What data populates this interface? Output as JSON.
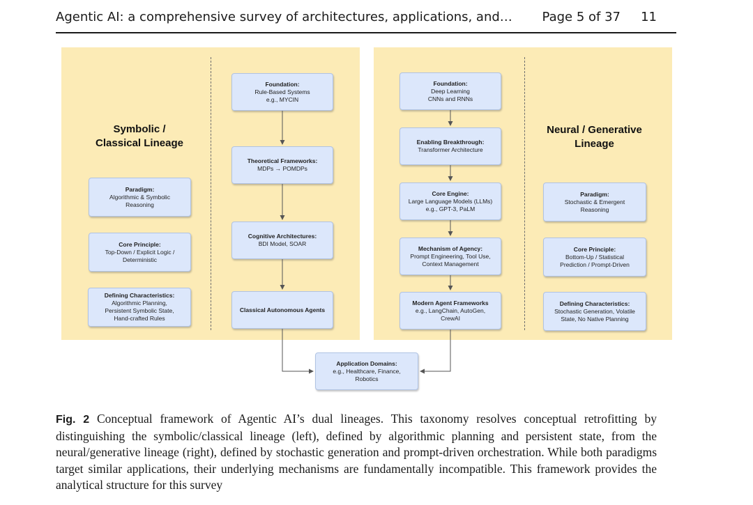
{
  "header": {
    "running_title": "Agentic AI: a comprehensive survey of architectures, applications, and…",
    "page_of": "Page 5 of 37",
    "page_number": "11"
  },
  "figure": {
    "left": {
      "title_line1": "Symbolic /",
      "title_line2": "Classical Lineage",
      "side": [
        {
          "title": "Paradigm:",
          "lines": [
            "Algorithmic & Symbolic",
            "Reasoning"
          ]
        },
        {
          "title": "Core Principle:",
          "lines": [
            "Top-Down / Explicit Logic /",
            "Deterministic"
          ]
        },
        {
          "title": "Defining Characteristics:",
          "lines": [
            "Algorithmic Planning,",
            "Persistent Symbolic State,",
            "Hand-crafted Rules"
          ]
        }
      ],
      "flow": [
        {
          "title": "Foundation:",
          "lines": [
            "Rule-Based Systems",
            "e.g., MYCIN"
          ]
        },
        {
          "title": "Theoretical Frameworks:",
          "lines": [
            "MDPs → POMDPs"
          ]
        },
        {
          "title": "Cognitive Architectures:",
          "lines": [
            "BDI Model, SOAR"
          ]
        },
        {
          "title": "Classical Autonomous Agents",
          "lines": []
        }
      ]
    },
    "right": {
      "title_line1": "Neural / Generative",
      "title_line2": "Lineage",
      "flow": [
        {
          "title": "Foundation:",
          "lines": [
            "Deep Learning",
            "CNNs and RNNs"
          ]
        },
        {
          "title": "Enabling Breakthrough:",
          "lines": [
            "Transformer Architecture"
          ]
        },
        {
          "title": "Core Engine:",
          "lines": [
            "Large Language Models (LLMs)",
            "e.g., GPT-3, PaLM"
          ]
        },
        {
          "title": "Mechanism of Agency:",
          "lines": [
            "Prompt Engineering, Tool Use,",
            "Context Management"
          ]
        },
        {
          "title": "Modern Agent Frameworks",
          "lines": [
            "e.g., LangChain, AutoGen,",
            "CrewAI"
          ]
        }
      ],
      "side": [
        {
          "title": "Paradigm:",
          "lines": [
            "Stochastic & Emergent",
            "Reasoning"
          ]
        },
        {
          "title": "Core Principle:",
          "lines": [
            "Bottom-Up / Statistical",
            "Prediction / Prompt-Driven"
          ]
        },
        {
          "title": "Defining Characteristics:",
          "lines": [
            "Stochastic Generation, Volatile",
            "State, No Native Planning"
          ]
        }
      ]
    },
    "application": {
      "title": "Application Domains:",
      "lines": [
        "e.g., Healthcare, Finance,",
        "Robotics"
      ]
    },
    "colors": {
      "panel": "#fcebb6",
      "box": "#dce7fb",
      "box_border": "#b0c3e3",
      "arrow": "#555555"
    }
  },
  "caption": {
    "label": "Fig. 2",
    "text": "Conceptual framework of Agentic AI’s dual lineages. This taxonomy resolves conceptual retrofitting by distinguishing the symbolic/classical lineage (left), defined by algorithmic planning and persistent state, from the neural/generative lineage (right), defined by stochastic generation and prompt-driven orchestration. While both paradigms target similar applications, their underlying mechanisms are fundamentally incompatible. This framework provides the analytical structure for this survey"
  }
}
